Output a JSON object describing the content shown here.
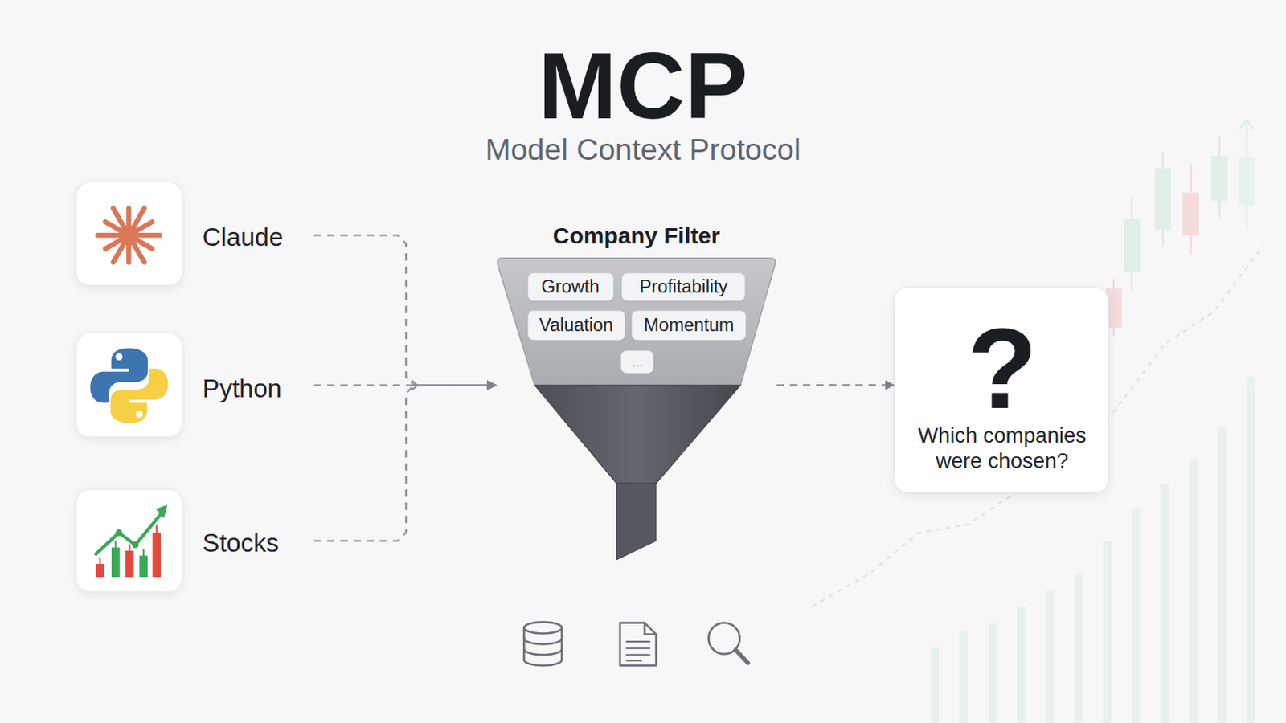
{
  "diagram": {
    "title": "MCP",
    "nodes": [
      {
        "text": [
          "Claude"
        ]
      },
      {
        "text": [
          "Python"
        ]
      },
      {
        "text": [
          "Stocks"
        ]
      },
      {
        "text": [
          "Company Filter"
        ]
      },
      {
        "text": [
          "Growth"
        ],
        "in": 3
      },
      {
        "text": [
          "Profitability"
        ],
        "in": 3
      },
      {
        "text": [
          "Valuation"
        ],
        "in": 3
      },
      {
        "text": [
          "Momentum"
        ],
        "in": 3
      },
      {
        "text": [
          "..."
        ],
        "in": 3
      },
      {
        "text": [
          "?",
          "Which companies were chosen?"
        ]
      }
    ],
    "edges": [
      {
        "from": 0,
        "to": 3,
        "arrow": "to"
      },
      {
        "from": 1,
        "to": 3,
        "arrow": "to"
      },
      {
        "from": 2,
        "to": 3,
        "arrow": "to"
      },
      {
        "from": 3,
        "to": 9,
        "arrow": "to"
      }
    ],
    "labels": [
      "Model Context Protocol"
    ]
  }
}
